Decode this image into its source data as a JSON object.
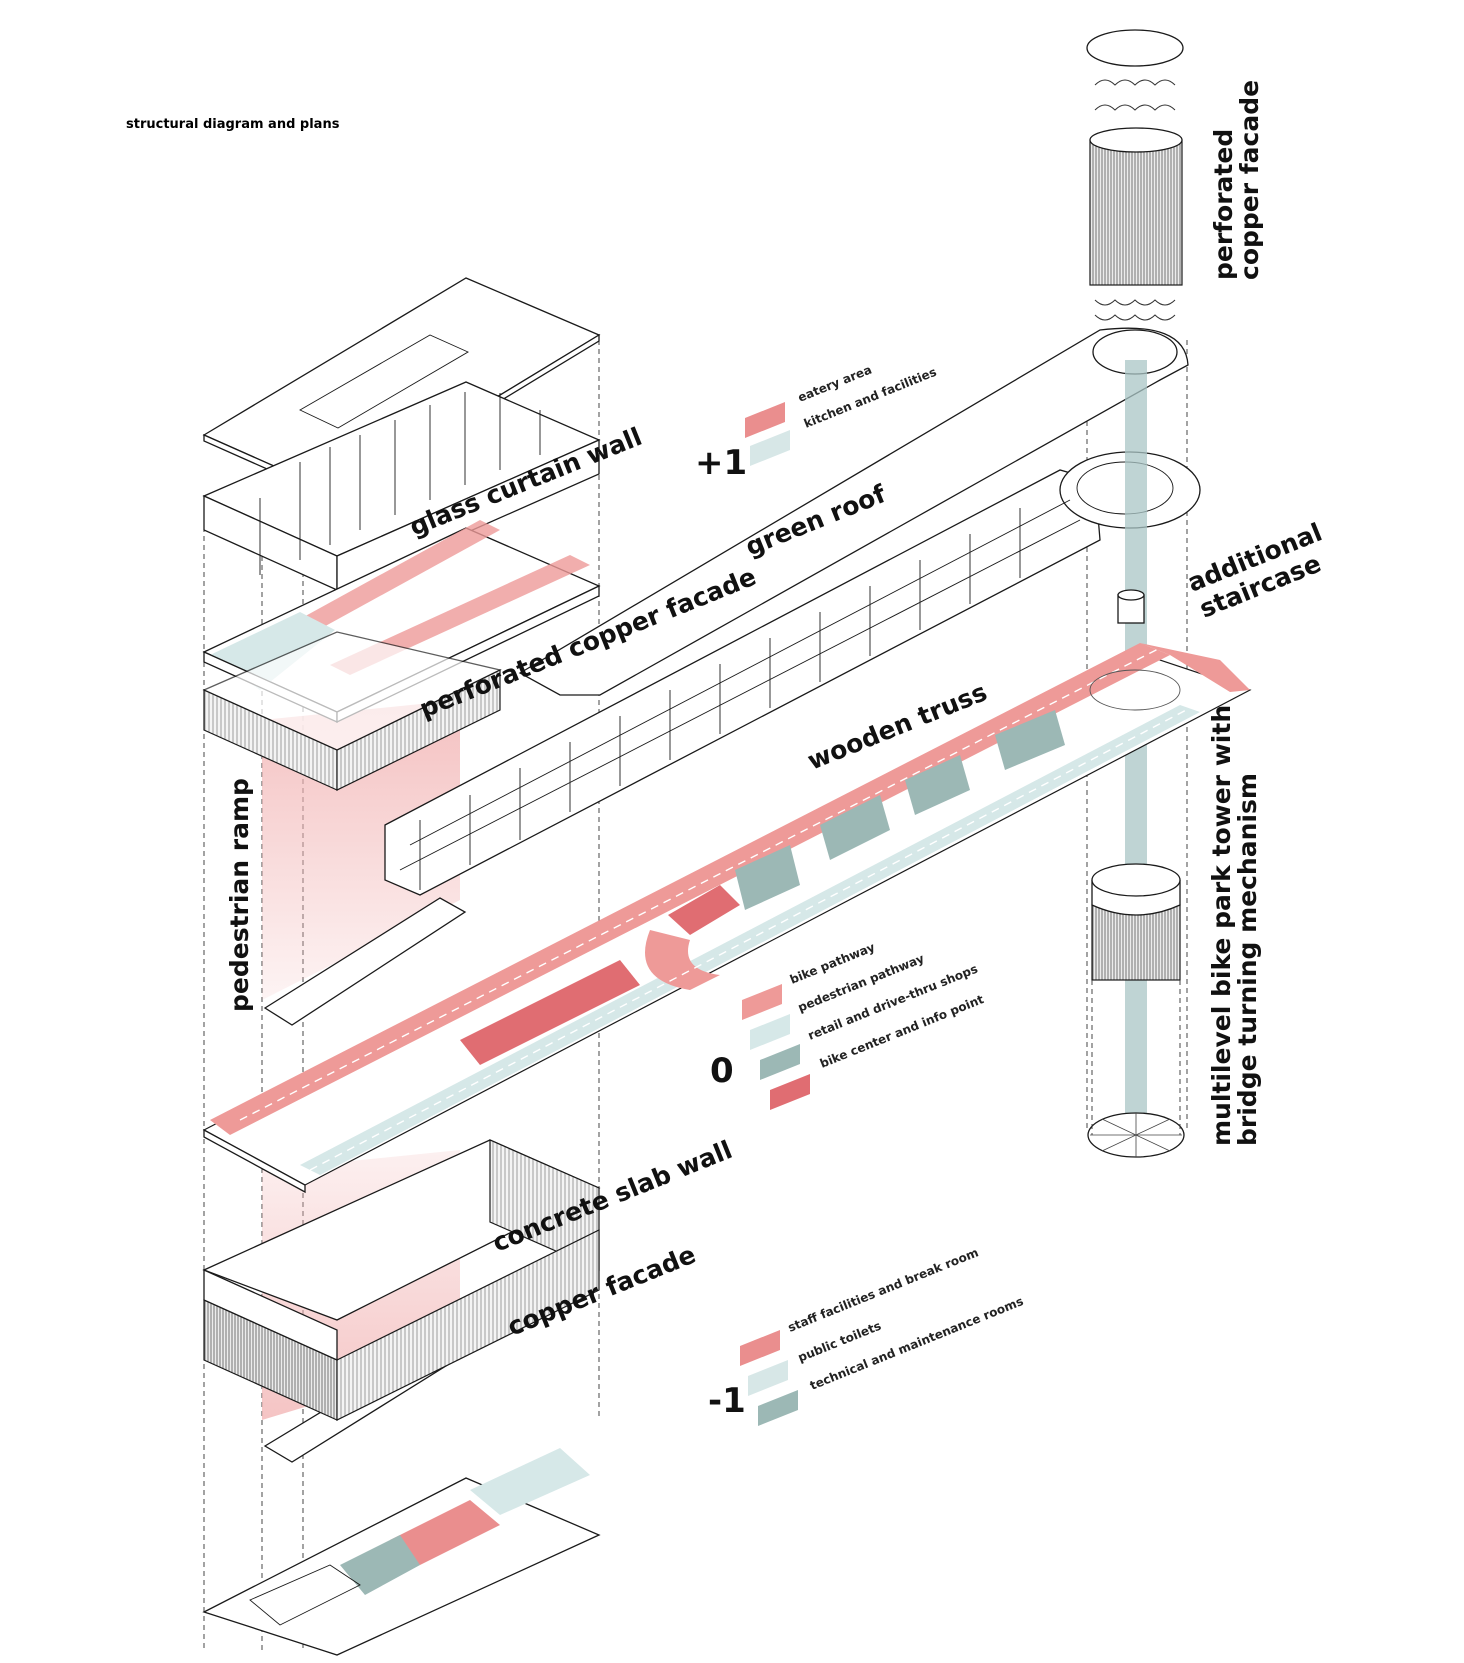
{
  "title": "structural diagram and plans",
  "labels": {
    "glass_curtain_wall": "glass curtain wall",
    "perforated_copper_facade_lower": "perforated copper facade",
    "perforated_copper_facade_tower_line1": "perforated",
    "perforated_copper_facade_tower_line2": "copper facade",
    "green_roof": "green roof",
    "additional_staircase_line1": "additional",
    "additional_staircase_line2": "staircase",
    "wooden_truss": "wooden truss",
    "pedestrian_ramp": "pedestrian ramp",
    "bike_tower_line1": "multilevel bike park tower with",
    "bike_tower_line2": "bridge turning mechanism",
    "concrete_slab_wall": "concrete slab wall",
    "copper_facade": "copper facade"
  },
  "levels": {
    "upper": "+1",
    "ground": "0",
    "lower": "-1"
  },
  "legends": {
    "upper": [
      {
        "label": "eatery area",
        "color": "#ea8e8e"
      },
      {
        "label": "kitchen and facilities",
        "color": "#d7e7e7"
      }
    ],
    "ground": [
      {
        "label": "bike pathway",
        "color": "#ee9a98"
      },
      {
        "label": "pedestrian pathway",
        "color": "#d6e8e8"
      },
      {
        "label": "retail and drive-thru shops",
        "color": "#9cb8b5"
      },
      {
        "label": "bike center and info point",
        "color": "#e06d72"
      }
    ],
    "lower": [
      {
        "label": "staff facilities and break room",
        "color": "#ea8e8e"
      },
      {
        "label": "public toilets",
        "color": "#d7e7e7"
      },
      {
        "label": "technical and maintenance rooms",
        "color": "#9cb8b5"
      }
    ]
  },
  "colors": {
    "pink": "#ee9a98",
    "light_teal": "#d6e8e8",
    "teal": "#9cb8b5",
    "red": "#e06d72",
    "ramp_gradient": "#f2b5b5",
    "tower_beam": "#a9c6c6"
  }
}
